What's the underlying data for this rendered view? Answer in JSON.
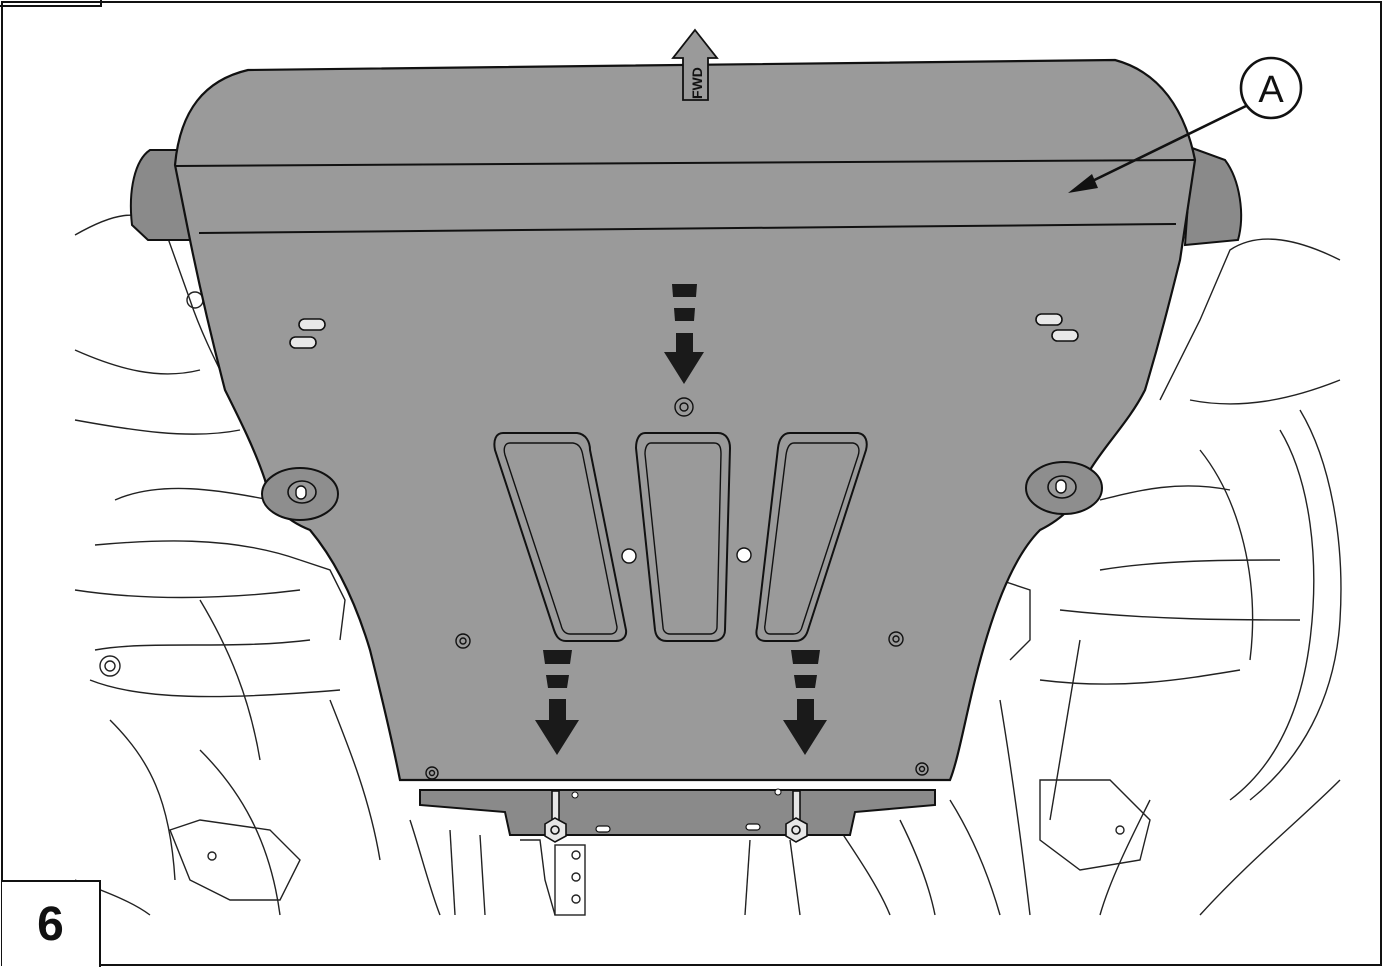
{
  "step_number": "6",
  "callout_letter": "A",
  "fwd_label": "FWD",
  "colors": {
    "plate": "#9a9a9a",
    "plate_dark": "#8a8a8a",
    "outline": "#111111",
    "arrow": "#1a1a1a",
    "line_art": "#222222"
  },
  "icons": [
    "fwd-arrow-icon",
    "bolt-down-arrow-icon"
  ]
}
